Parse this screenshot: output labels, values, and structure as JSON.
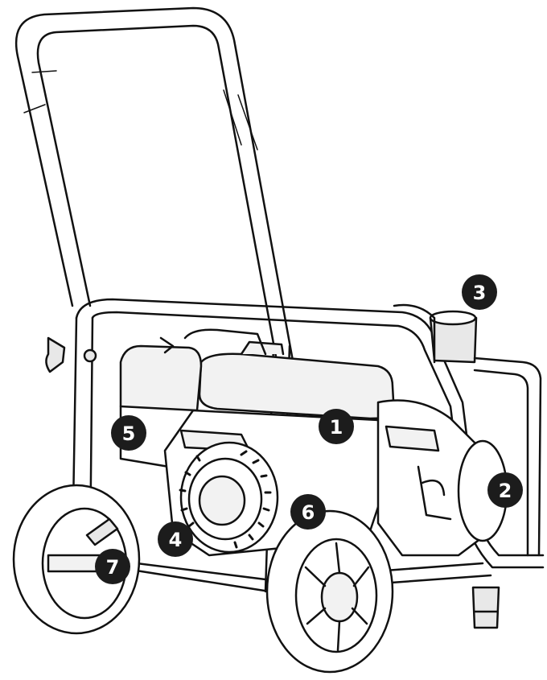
{
  "callouts": [
    {
      "id": "c1",
      "label": "1"
    },
    {
      "id": "c2",
      "label": "2"
    },
    {
      "id": "c3",
      "label": "3"
    },
    {
      "id": "c4",
      "label": "4"
    },
    {
      "id": "c5",
      "label": "5"
    },
    {
      "id": "c6",
      "label": "6"
    },
    {
      "id": "c7",
      "label": "7"
    }
  ],
  "colors": {
    "outline": "#111111",
    "fill_light": "#f2f2f2",
    "fill_mid": "#d9d9d9",
    "callout_bg": "#1c1c1c",
    "callout_text": "#ffffff"
  }
}
